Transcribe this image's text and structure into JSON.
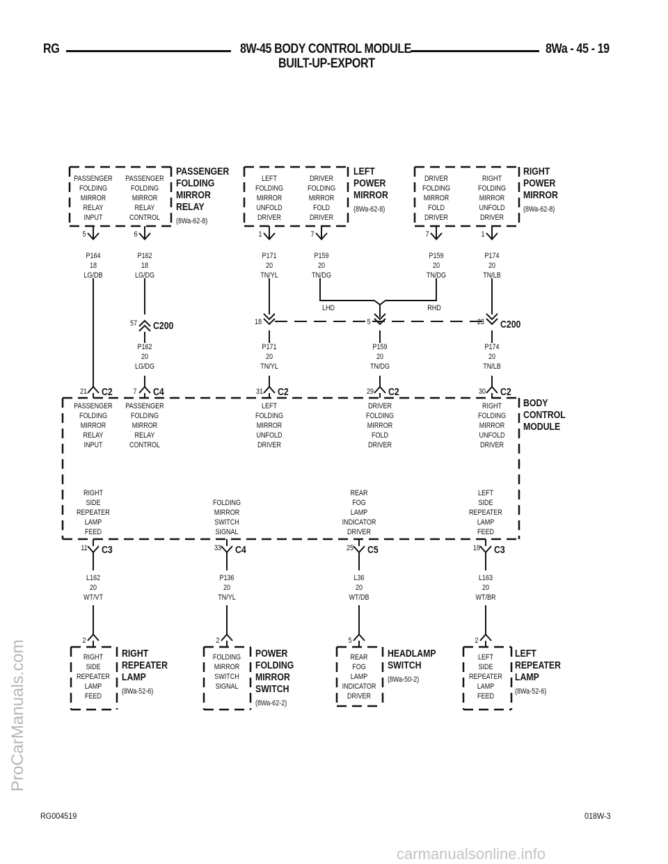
{
  "header": {
    "left": "RG",
    "title_line1": "8W-45 BODY CONTROL MODULE",
    "title_line2": "BUILT-UP-EXPORT",
    "page": "8Wa - 45 - 19"
  },
  "footer": {
    "left": "RG004519",
    "right": "018W-3"
  },
  "watermarks": {
    "side": "ProCarManuals.com",
    "bottom": "carmanualsonline.info"
  },
  "top_components": [
    {
      "id": "passenger-folding-mirror-relay",
      "name": [
        "PASSENGER",
        "FOLDING",
        "MIRROR",
        "RELAY"
      ],
      "ref": "(8Wa-62-8)",
      "pins": [
        {
          "label": [
            "PASSENGER",
            "FOLDING",
            "MIRROR",
            "RELAY",
            "INPUT"
          ],
          "pin": "5",
          "wire": [
            "P164",
            "18",
            "LG/DB"
          ]
        },
        {
          "label": [
            "PASSENGER",
            "FOLDING",
            "MIRROR",
            "RELAY",
            "CONTROL"
          ],
          "pin": "6",
          "wire": [
            "P162",
            "18",
            "LG/DG"
          ]
        }
      ]
    },
    {
      "id": "left-power-mirror",
      "name": [
        "LEFT",
        "POWER",
        "MIRROR"
      ],
      "ref": "(8Wa-62-8)",
      "pins": [
        {
          "label": [
            "LEFT",
            "FOLDING",
            "MIRROR",
            "UNFOLD",
            "DRIVER"
          ],
          "pin": "1",
          "wire": [
            "P171",
            "20",
            "TN/YL"
          ]
        },
        {
          "label": [
            "DRIVER",
            "FOLDING",
            "MIRROR",
            "FOLD",
            "DRIVER"
          ],
          "pin": "7",
          "wire": [
            "P159",
            "20",
            "TN/DG"
          ]
        }
      ]
    },
    {
      "id": "right-power-mirror",
      "name": [
        "RIGHT",
        "POWER",
        "MIRROR"
      ],
      "ref": "(8Wa-62-8)",
      "pins": [
        {
          "label": [
            "DRIVER",
            "FOLDING",
            "MIRROR",
            "FOLD",
            "DRIVER"
          ],
          "pin": "7",
          "wire": [
            "P159",
            "20",
            "TN/DG"
          ]
        },
        {
          "label": [
            "RIGHT",
            "FOLDING",
            "MIRROR",
            "UNFOLD",
            "DRIVER"
          ],
          "pin": "1",
          "wire": [
            "P174",
            "20",
            "TN/LB"
          ]
        }
      ]
    }
  ],
  "lhd_rhd": {
    "lhd": "LHD",
    "rhd": "RHD"
  },
  "inline_connectors": [
    {
      "name": "C200",
      "pin": "57",
      "wire": [
        "P162",
        "20",
        "LG/DG"
      ]
    },
    {
      "name": "",
      "pin": "18",
      "wire": [
        "P171",
        "20",
        "TN/YL"
      ]
    },
    {
      "name": "",
      "pin": "5",
      "wire": [
        "P159",
        "20",
        "TN/DG"
      ]
    },
    {
      "name": "C200",
      "pin": "23",
      "wire": [
        "P174",
        "20",
        "TN/LB"
      ]
    }
  ],
  "bcm": {
    "name": [
      "BODY",
      "CONTROL",
      "MODULE"
    ],
    "top_pins": [
      {
        "pin": "21",
        "conn": "C2",
        "label": [
          "PASSENGER",
          "FOLDING",
          "MIRROR",
          "RELAY",
          "INPUT"
        ]
      },
      {
        "pin": "7",
        "conn": "C4",
        "label": [
          "PASSENGER",
          "FOLDING",
          "MIRROR",
          "RELAY",
          "CONTROL"
        ]
      },
      {
        "pin": "31",
        "conn": "C2",
        "label": [
          "LEFT",
          "FOLDING",
          "MIRROR",
          "UNFOLD",
          "DRIVER"
        ]
      },
      {
        "pin": "29",
        "conn": "C2",
        "label": [
          "DRIVER",
          "FOLDING",
          "MIRROR",
          "FOLD",
          "DRIVER"
        ]
      },
      {
        "pin": "30",
        "conn": "C2",
        "label": [
          "RIGHT",
          "FOLDING",
          "MIRROR",
          "UNFOLD",
          "DRIVER"
        ]
      }
    ],
    "bottom_pins": [
      {
        "pin": "11",
        "conn": "C3",
        "label": [
          "RIGHT",
          "SIDE",
          "REPEATER",
          "LAMP",
          "FEED"
        ],
        "wire": [
          "L162",
          "20",
          "WT/VT"
        ]
      },
      {
        "pin": "33",
        "conn": "C4",
        "label": [
          "FOLDING",
          "MIRROR",
          "SWITCH",
          "SIGNAL"
        ],
        "wire": [
          "P136",
          "20",
          "TN/YL"
        ]
      },
      {
        "pin": "25",
        "conn": "C5",
        "label": [
          "REAR",
          "FOG",
          "LAMP",
          "INDICATOR",
          "DRIVER"
        ],
        "wire": [
          "L36",
          "20",
          "WT/DB"
        ]
      },
      {
        "pin": "19",
        "conn": "C3",
        "label": [
          "LEFT",
          "SIDE",
          "REPEATER",
          "LAMP",
          "FEED"
        ],
        "wire": [
          "L163",
          "20",
          "WT/BR"
        ]
      }
    ]
  },
  "bottom_components": [
    {
      "pin": "2",
      "label": [
        "RIGHT",
        "SIDE",
        "REPEATER",
        "LAMP",
        "FEED"
      ],
      "name": [
        "RIGHT",
        "REPEATER",
        "LAMP"
      ],
      "ref": "(8Wa-52-6)"
    },
    {
      "pin": "2",
      "label": [
        "FOLDING",
        "MIRROR",
        "SWITCH",
        "SIGNAL"
      ],
      "name": [
        "POWER",
        "FOLDING",
        "MIRROR",
        "SWITCH"
      ],
      "ref": "(8Wa-62-2)"
    },
    {
      "pin": "5",
      "label": [
        "REAR",
        "FOG",
        "LAMP",
        "INDICATOR",
        "DRIVER"
      ],
      "name": [
        "HEADLAMP",
        "SWITCH"
      ],
      "ref": "(8Wa-50-2)"
    },
    {
      "pin": "2",
      "label": [
        "LEFT",
        "SIDE",
        "REPEATER",
        "LAMP",
        "FEED"
      ],
      "name": [
        "LEFT",
        "REPEATER",
        "LAMP"
      ],
      "ref": "(8Wa-52-6)"
    }
  ]
}
